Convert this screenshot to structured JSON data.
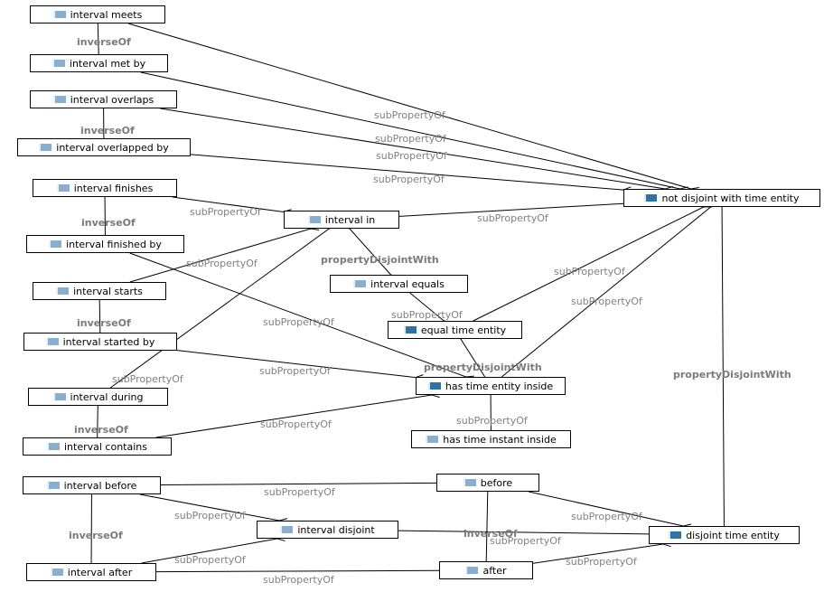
{
  "colors": {
    "icon_light": "#88afd0",
    "icon_dark": "#2e72a6",
    "edge": "#000000",
    "edge_label": "#808080"
  },
  "nodes": [
    {
      "id": "meets",
      "label": "interval meets",
      "icon": "property-icon-light"
    },
    {
      "id": "metby",
      "label": "interval met by",
      "icon": "property-icon-light"
    },
    {
      "id": "overlaps",
      "label": "interval overlaps",
      "icon": "property-icon-light"
    },
    {
      "id": "overlappedby",
      "label": "interval overlapped by",
      "icon": "property-icon-light"
    },
    {
      "id": "finishes",
      "label": "interval finishes",
      "icon": "property-icon-light"
    },
    {
      "id": "finishedby",
      "label": "interval finished by",
      "icon": "property-icon-light"
    },
    {
      "id": "starts",
      "label": "interval starts",
      "icon": "property-icon-light"
    },
    {
      "id": "startedby",
      "label": "interval started by",
      "icon": "property-icon-light"
    },
    {
      "id": "during",
      "label": "interval during",
      "icon": "property-icon-light"
    },
    {
      "id": "contains",
      "label": "interval contains",
      "icon": "property-icon-light"
    },
    {
      "id": "ibefore",
      "label": "interval before",
      "icon": "property-icon-light"
    },
    {
      "id": "iafter",
      "label": "interval after",
      "icon": "property-icon-light"
    },
    {
      "id": "intervalin",
      "label": "interval in",
      "icon": "property-icon-light"
    },
    {
      "id": "equals",
      "label": "interval equals",
      "icon": "property-icon-light"
    },
    {
      "id": "equaltime",
      "label": "equal time entity",
      "icon": "property-icon-dark"
    },
    {
      "id": "hasinside",
      "label": "has time entity inside",
      "icon": "property-icon-dark"
    },
    {
      "id": "hasinstant",
      "label": "has time instant inside",
      "icon": "property-icon-light"
    },
    {
      "id": "notdisjoint",
      "label": "not disjoint with time entity",
      "icon": "property-icon-dark"
    },
    {
      "id": "idisjoint",
      "label": "interval disjoint",
      "icon": "property-icon-light"
    },
    {
      "id": "before",
      "label": "before",
      "icon": "property-icon-light"
    },
    {
      "id": "after",
      "label": "after",
      "icon": "property-icon-light"
    },
    {
      "id": "disjoint",
      "label": "disjoint time entity",
      "icon": "property-icon-dark"
    }
  ],
  "edges": [
    {
      "from": "meets",
      "to": "metby",
      "label": "inverseOf",
      "type": "inverseOf"
    },
    {
      "from": "overlaps",
      "to": "overlappedby",
      "label": "inverseOf",
      "type": "inverseOf"
    },
    {
      "from": "finishes",
      "to": "finishedby",
      "label": "inverseOf",
      "type": "inverseOf"
    },
    {
      "from": "starts",
      "to": "startedby",
      "label": "inverseOf",
      "type": "inverseOf"
    },
    {
      "from": "during",
      "to": "contains",
      "label": "inverseOf",
      "type": "inverseOf"
    },
    {
      "from": "ibefore",
      "to": "iafter",
      "label": "inverseOf",
      "type": "inverseOf"
    },
    {
      "from": "before",
      "to": "after",
      "label": "inverseOf",
      "type": "inverseOf"
    },
    {
      "from": "meets",
      "to": "notdisjoint",
      "label": "subPropertyOf",
      "type": "subPropertyOf"
    },
    {
      "from": "metby",
      "to": "notdisjoint",
      "label": "subPropertyOf",
      "type": "subPropertyOf"
    },
    {
      "from": "overlaps",
      "to": "notdisjoint",
      "label": "subPropertyOf",
      "type": "subPropertyOf"
    },
    {
      "from": "overlappedby",
      "to": "notdisjoint",
      "label": "subPropertyOf",
      "type": "subPropertyOf"
    },
    {
      "from": "finishes",
      "to": "intervalin",
      "label": "subPropertyOf",
      "type": "subPropertyOf"
    },
    {
      "from": "starts",
      "to": "intervalin",
      "label": "subPropertyOf",
      "type": "subPropertyOf"
    },
    {
      "from": "during",
      "to": "intervalin",
      "label": "subPropertyOf",
      "type": "subPropertyOf"
    },
    {
      "from": "intervalin",
      "to": "notdisjoint",
      "label": "subPropertyOf",
      "type": "subPropertyOf"
    },
    {
      "from": "intervalin",
      "to": "equals",
      "label": "propertyDisjointWith",
      "type": "propertyDisjointWith"
    },
    {
      "from": "finishedby",
      "to": "hasinside",
      "label": "subPropertyOf",
      "type": "subPropertyOf"
    },
    {
      "from": "startedby",
      "to": "hasinside",
      "label": "subPropertyOf",
      "type": "subPropertyOf"
    },
    {
      "from": "contains",
      "to": "hasinside",
      "label": "subPropertyOf",
      "type": "subPropertyOf"
    },
    {
      "from": "equals",
      "to": "equaltime",
      "label": "subPropertyOf",
      "type": "subPropertyOf"
    },
    {
      "from": "equaltime",
      "to": "notdisjoint",
      "label": "subPropertyOf",
      "type": "subPropertyOf"
    },
    {
      "from": "hasinside",
      "to": "notdisjoint",
      "label": "subPropertyOf",
      "type": "subPropertyOf"
    },
    {
      "from": "hasinside",
      "to": "equaltime",
      "label": "propertyDisjointWith",
      "type": "propertyDisjointWith"
    },
    {
      "from": "hasinstant",
      "to": "hasinside",
      "label": "subPropertyOf",
      "type": "subPropertyOf"
    },
    {
      "from": "notdisjoint",
      "to": "disjoint",
      "label": "propertyDisjointWith",
      "type": "propertyDisjointWith"
    },
    {
      "from": "ibefore",
      "to": "before",
      "label": "subPropertyOf",
      "type": "subPropertyOf"
    },
    {
      "from": "ibefore",
      "to": "idisjoint",
      "label": "subPropertyOf",
      "type": "subPropertyOf"
    },
    {
      "from": "iafter",
      "to": "idisjoint",
      "label": "subPropertyOf",
      "type": "subPropertyOf"
    },
    {
      "from": "iafter",
      "to": "after",
      "label": "subPropertyOf",
      "type": "subPropertyOf"
    },
    {
      "from": "idisjoint",
      "to": "disjoint",
      "label": "subPropertyOf",
      "type": "subPropertyOf"
    },
    {
      "from": "before",
      "to": "disjoint",
      "label": "subPropertyOf",
      "type": "subPropertyOf"
    },
    {
      "from": "after",
      "to": "disjoint",
      "label": "subPropertyOf",
      "type": "subPropertyOf"
    }
  ]
}
